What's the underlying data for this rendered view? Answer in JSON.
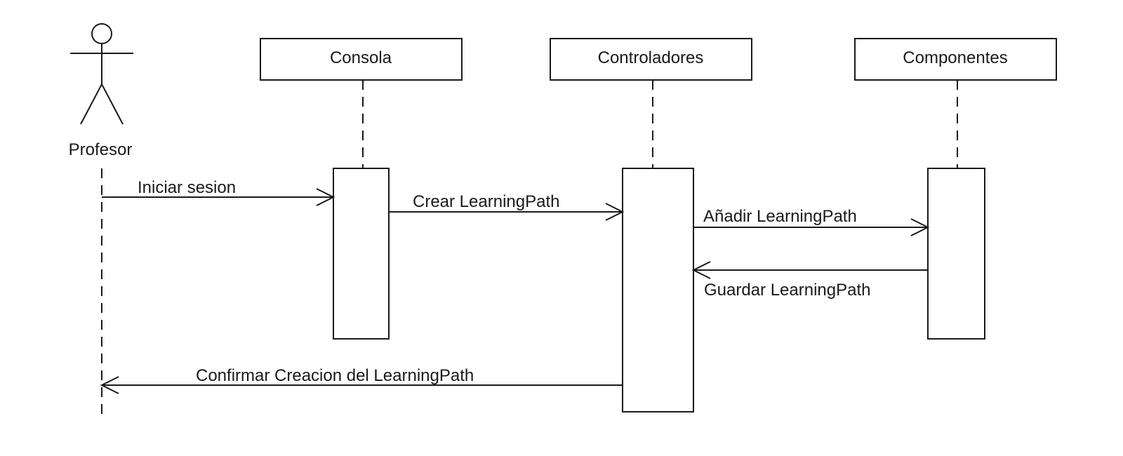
{
  "actor": {
    "label": "Profesor"
  },
  "participants": [
    {
      "label": "Consola"
    },
    {
      "label": "Controladores"
    },
    {
      "label": "Componentes"
    }
  ],
  "messages": [
    {
      "label": "Iniciar sesion",
      "from": "Profesor",
      "to": "Consola"
    },
    {
      "label": "Crear LearningPath",
      "from": "Consola",
      "to": "Controladores"
    },
    {
      "label": "Añadir LearningPath",
      "from": "Controladores",
      "to": "Componentes"
    },
    {
      "label": "Guardar LearningPath",
      "from": "Componentes",
      "to": "Controladores"
    },
    {
      "label": "Confirmar Creacion del LearningPath",
      "from": "Controladores",
      "to": "Profesor"
    }
  ]
}
